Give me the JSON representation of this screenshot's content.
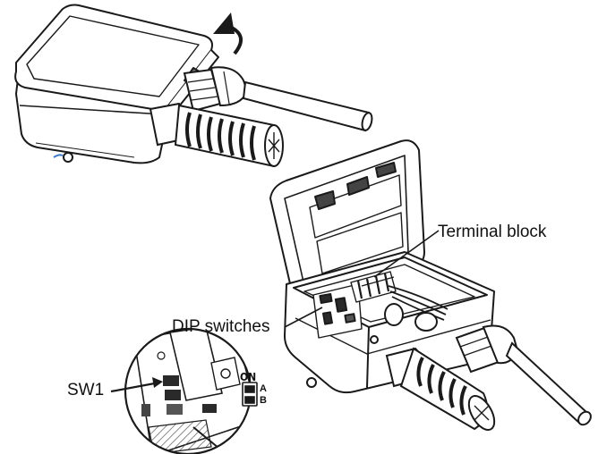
{
  "labels": {
    "terminal_block": "Terminal block",
    "dip_switches": "DIP switches",
    "sw1": "SW1",
    "switch_on": "ON",
    "switch_a": "A",
    "switch_b": "B"
  },
  "colors": {
    "line": "#1a1a1a",
    "body_fill": "#ffffff",
    "shade": "#9a9a9a",
    "dark": "#2a2a2a"
  },
  "icons": [
    "lid-open-arrow-icon",
    "sensor-probe-icon",
    "cable-gland-icon",
    "dip-switch-icon"
  ]
}
